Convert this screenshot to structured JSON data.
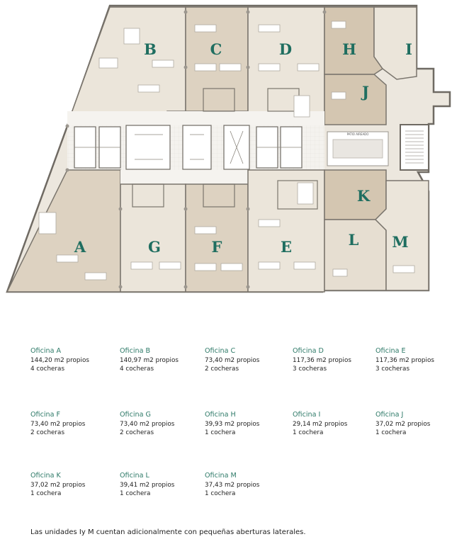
{
  "plan": {
    "labels": [
      "A",
      "B",
      "C",
      "D",
      "E",
      "F",
      "G",
      "H",
      "I",
      "J",
      "K",
      "L",
      "M"
    ],
    "patio_label": "PATIO AIREADO"
  },
  "units": [
    {
      "name": "Oficina A",
      "area": "144,20  m2 propios",
      "parking": "4 cocheras"
    },
    {
      "name": "Oficina B",
      "area": "140,97  m2 propios",
      "parking": "4 cocheras"
    },
    {
      "name": "Oficina C",
      "area": "73,40  m2 propios",
      "parking": "2 cocheras"
    },
    {
      "name": "Oficina D",
      "area": "117,36  m2 propios",
      "parking": "3 cocheras"
    },
    {
      "name": "Oficina E",
      "area": "117,36  m2 propios",
      "parking": "3 cocheras"
    },
    {
      "name": "Oficina F",
      "area": "73,40  m2 propios",
      "parking": "2 cocheras"
    },
    {
      "name": "Oficina G",
      "area": "73,40  m2 propios",
      "parking": "2 cocheras"
    },
    {
      "name": "Oficina H",
      "area": "39,93  m2 propios",
      "parking": "1 cochera"
    },
    {
      "name": "Oficina I",
      "area": "29,14  m2 propios",
      "parking": "1 cochera"
    },
    {
      "name": "Oficina J",
      "area": "37,02  m2 propios",
      "parking": "1 cochera"
    },
    {
      "name": "Oficina K",
      "area": "37,02  m2 propios",
      "parking": "1 cochera"
    },
    {
      "name": "Oficina L",
      "area": "39,41  m2 propios",
      "parking": "1 cochera"
    },
    {
      "name": "Oficina M",
      "area": "37,43  m2 propios",
      "parking": "1 cochera"
    }
  ],
  "footnote": "Las unidades Iy M cuentan adicionalmente con pequeñas aberturas laterales."
}
